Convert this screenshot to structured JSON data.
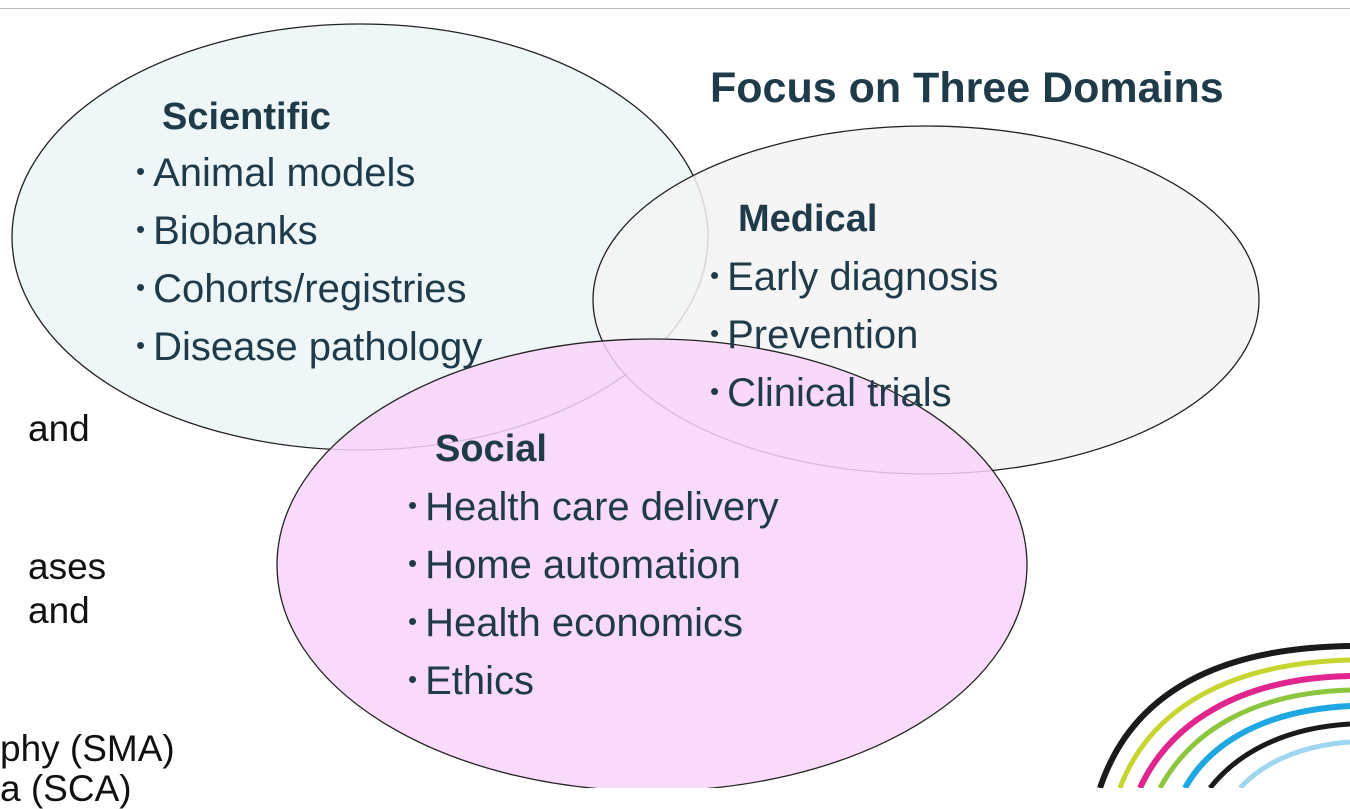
{
  "title": "Focus on Three Domains",
  "background_text": {
    "line1": "and",
    "line2": "ases",
    "line3": "and",
    "line4": "phy (SMA)",
    "line5": "a (SCA)"
  },
  "domains": {
    "scientific": {
      "title": "Scientific",
      "fill": "#eef6f7",
      "items": [
        "Animal models",
        "Biobanks",
        "Cohorts/registries",
        "Disease pathology"
      ]
    },
    "medical": {
      "title": "Medical",
      "fill": "#f3f3f3",
      "items": [
        "Early diagnosis",
        "Prevention",
        "Clinical trials"
      ]
    },
    "social": {
      "title": "Social",
      "fill": "#f9d4f9",
      "items": [
        "Health care delivery",
        "Home automation",
        "Health economics",
        "Ethics"
      ]
    }
  },
  "colors": {
    "text": "#1f3b4a",
    "outline": "#222222"
  },
  "bullet_glyph": "•",
  "decoration": "swirl-logo"
}
